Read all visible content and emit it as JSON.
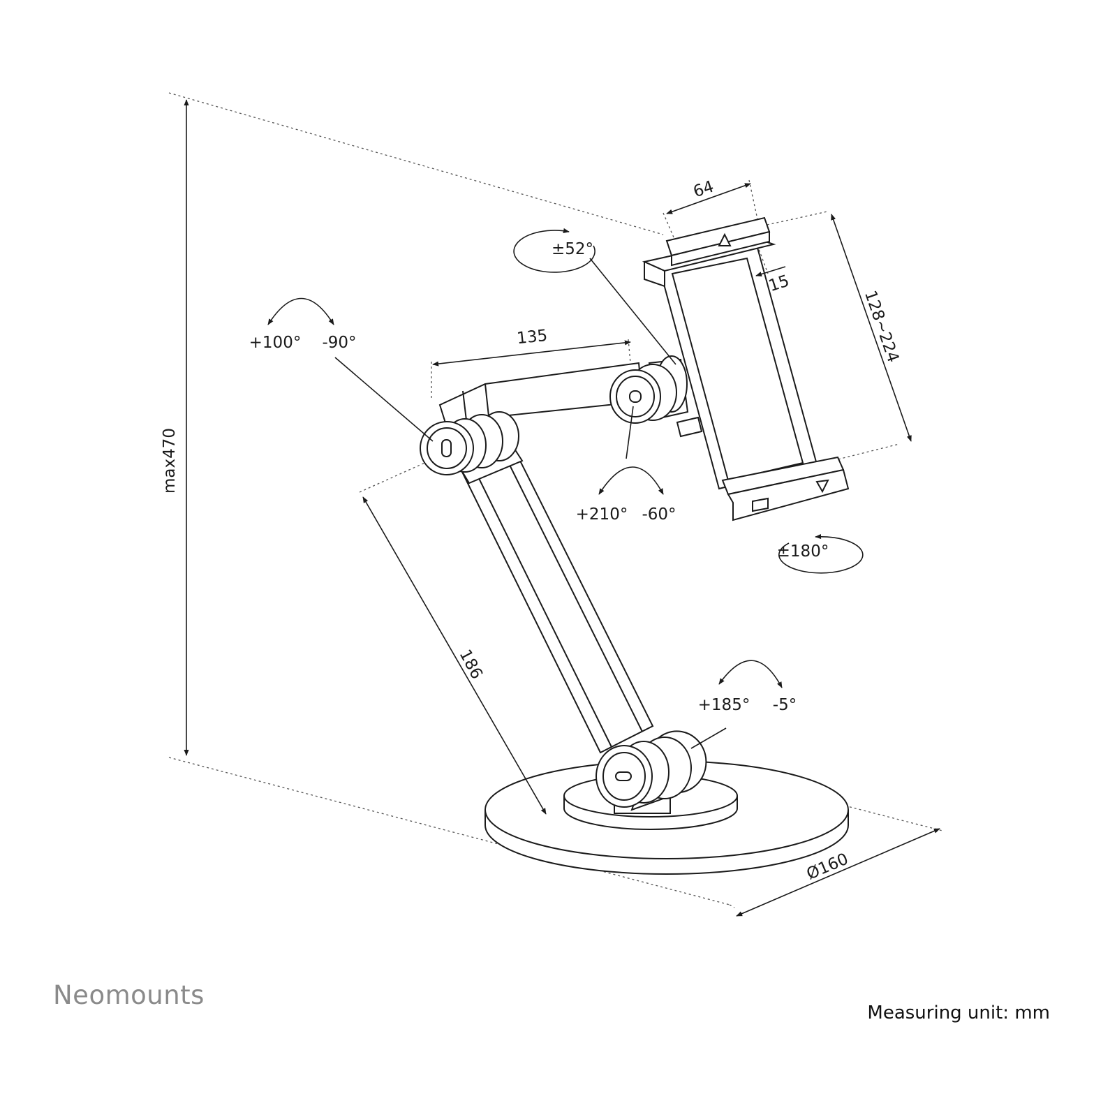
{
  "brand": {
    "name": "Neomounts",
    "color": "#8a8a8a"
  },
  "footer": {
    "unit_label": "Measuring unit: mm"
  },
  "dimensions": {
    "height_max": "max470",
    "lower_arm": "186",
    "upper_arm": "135",
    "clamp_depth": "64",
    "clamp_lip": "15",
    "clamp_range": "128~224",
    "base_diameter": "Ø160"
  },
  "rotations": {
    "elbow_up": "+100°",
    "elbow_down": "-90°",
    "head_up": "+210°",
    "head_down": "-60°",
    "base_up": "+185°",
    "base_down": "-5°",
    "swivel": "±52°",
    "rotate": "±180°"
  },
  "colors": {
    "line": "#1a1a1a",
    "leader": "#555555",
    "fill": "#ffffff"
  }
}
